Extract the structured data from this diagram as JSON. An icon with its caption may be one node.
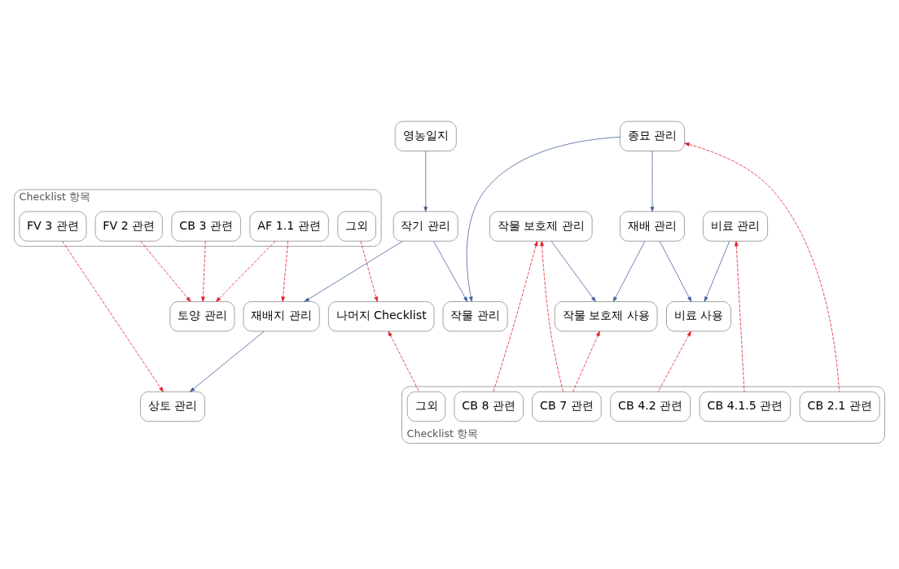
{
  "diagram": {
    "nodes": [
      {
        "text": [
          "Checklist 항목"
        ]
      },
      {
        "text": [
          "AF 1.1 관련"
        ],
        "in": 0
      },
      {
        "text": [
          "CB 3 관련"
        ],
        "in": 0
      },
      {
        "text": [
          "FV 2 관련"
        ],
        "in": 0
      },
      {
        "text": [
          "FV 3 관련"
        ],
        "in": 0
      },
      {
        "text": [
          "그외"
        ],
        "in": 0
      },
      {
        "text": [
          "토양 관리"
        ]
      },
      {
        "text": [
          "영농일지"
        ]
      },
      {
        "text": [
          "재배지 관리"
        ]
      },
      {
        "text": [
          "상토 관리"
        ]
      },
      {
        "text": [
          "나머지 Checklist"
        ]
      },
      {
        "text": [
          "작기 관리"
        ]
      },
      {
        "text": [
          "작물 관리"
        ]
      },
      {
        "text": [
          "재배 관리"
        ]
      },
      {
        "text": [
          "작물 보호제 사용"
        ]
      },
      {
        "text": [
          "종묘 관리"
        ]
      },
      {
        "text": [
          "작물 보호제 관리"
        ]
      },
      {
        "text": [
          "비료 사용"
        ]
      },
      {
        "text": [
          "비료 관리"
        ]
      },
      {
        "text": [
          "Checklist 항목"
        ]
      },
      {
        "text": [
          "CB 2.1 관련"
        ],
        "in": 19
      },
      {
        "text": [
          "CB 4.1.5 관련"
        ],
        "in": 19
      },
      {
        "text": [
          "CB 4.2 관련"
        ],
        "in": 19
      },
      {
        "text": [
          "CB 7 관련"
        ],
        "in": 19
      },
      {
        "text": [
          "CB 8 관련"
        ],
        "in": 19
      },
      {
        "text": [
          "그외"
        ],
        "in": 19
      }
    ],
    "edges": [
      {
        "from": 1,
        "to": 8,
        "arrow": "to",
        "style": "dashed"
      },
      {
        "from": 1,
        "to": 6,
        "arrow": "to",
        "style": "dashed"
      },
      {
        "from": 2,
        "to": 6,
        "arrow": "to",
        "style": "dashed"
      },
      {
        "from": 3,
        "to": 6,
        "arrow": "to",
        "style": "dashed"
      },
      {
        "from": 4,
        "to": 9,
        "arrow": "to",
        "style": "dashed"
      },
      {
        "from": 5,
        "to": 10,
        "arrow": "to",
        "style": "dashed"
      },
      {
        "from": 7,
        "to": 11,
        "arrow": "to",
        "color": "#44619c"
      },
      {
        "from": 11,
        "to": 8,
        "arrow": "to",
        "color": "#44619c"
      },
      {
        "from": 11,
        "to": 12,
        "arrow": "to",
        "color": "#44619c"
      },
      {
        "from": 8,
        "to": 9,
        "arrow": "to",
        "color": "#44619c"
      },
      {
        "from": 15,
        "to": 12,
        "arrow": "to",
        "color": "#44619c"
      },
      {
        "from": 15,
        "to": 13,
        "arrow": "to",
        "color": "#44619c"
      },
      {
        "from": 13,
        "to": 14,
        "arrow": "to",
        "color": "#44619c"
      },
      {
        "from": 13,
        "to": 17,
        "arrow": "to",
        "color": "#44619c"
      },
      {
        "from": 18,
        "to": 17,
        "arrow": "to",
        "color": "#44619c"
      },
      {
        "from": 16,
        "to": 14,
        "arrow": "to",
        "color": "#44619c"
      },
      {
        "from": 20,
        "to": 15,
        "arrow": "to",
        "style": "dashed"
      },
      {
        "from": 21,
        "to": 18,
        "arrow": "to",
        "style": "dashed"
      },
      {
        "from": 22,
        "to": 17,
        "arrow": "to",
        "style": "dashed"
      },
      {
        "from": 23,
        "to": 14,
        "arrow": "to",
        "style": "dashed"
      },
      {
        "from": 23,
        "to": 16,
        "arrow": "to",
        "style": "dashed"
      },
      {
        "from": 24,
        "to": 16,
        "arrow": "to",
        "style": "dashed"
      },
      {
        "from": 25,
        "to": 10,
        "arrow": "to",
        "style": "dashed"
      }
    ]
  }
}
